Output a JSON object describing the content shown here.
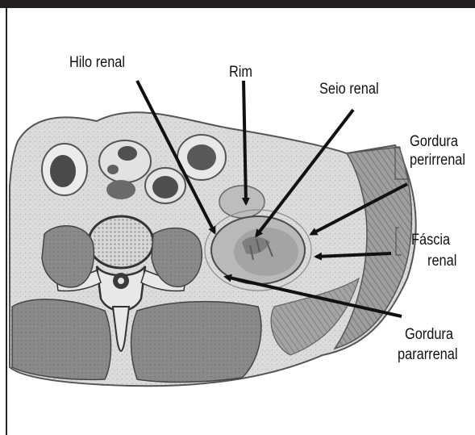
{
  "labels": {
    "hilo_renal": "Hilo renal",
    "rim": "Rim",
    "seio_renal": "Seio renal",
    "gordura_perirrenal_1": "Gordura",
    "gordura_perirrenal_2": "perirrenal",
    "fascia_renal_1": "Fáscia",
    "fascia_renal_2": "renal",
    "gordura_pararrenal_1": "Gordura",
    "gordura_pararrenal_2": "pararrenal"
  },
  "colors": {
    "frame": "#231f20",
    "arrow": "#111111",
    "tissue_light": "#e6e6e6",
    "tissue_mid": "#a8a8a8",
    "tissue_dark": "#6e6e6e"
  }
}
